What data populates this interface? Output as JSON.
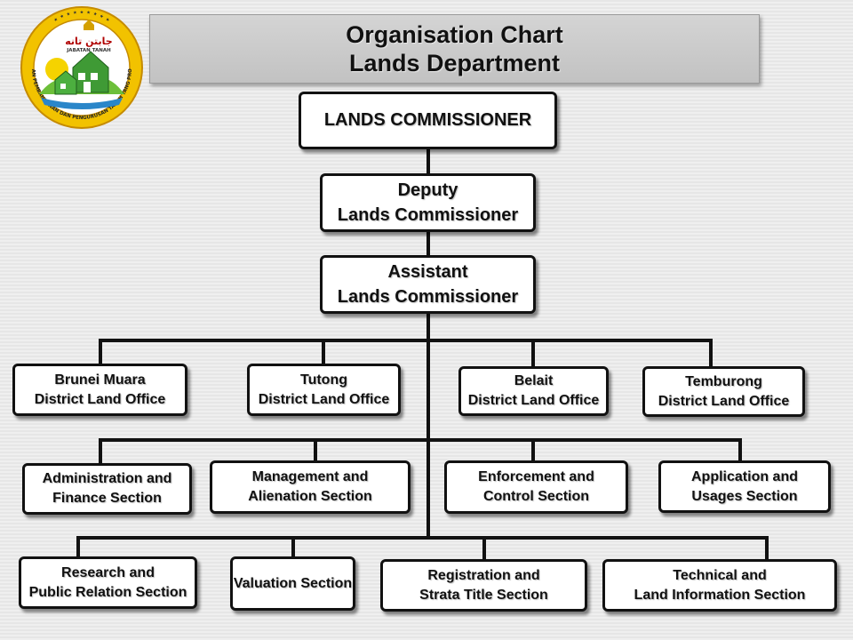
{
  "title": {
    "line1": "Organisation Chart",
    "line2": "Lands Department"
  },
  "logo": {
    "arabic_text": "جابتن تانه",
    "name": "JABATAN TANAH",
    "motto": "KEBAIKAN PEMBANGUNAN DAN PENGURUSAN TANAH YANG PROGRESIF"
  },
  "commissioner": "LANDS COMMISSIONER",
  "deputy": {
    "line1": "Deputy",
    "line2": "Lands Commissioner"
  },
  "assistant": {
    "line1": "Assistant",
    "line2": "Lands Commissioner"
  },
  "district_offices": [
    {
      "line1": "Brunei Muara",
      "line2": "District Land Office"
    },
    {
      "line1": "Tutong",
      "line2": "District Land Office"
    },
    {
      "line1": "Belait",
      "line2": "District Land Office"
    },
    {
      "line1": "Temburong",
      "line2": "District Land Office"
    }
  ],
  "sections_row1": [
    {
      "line1": "Administration and",
      "line2": "Finance Section"
    },
    {
      "line1": "Management and",
      "line2": "Alienation Section"
    },
    {
      "line1": "Enforcement and",
      "line2": "Control Section"
    },
    {
      "line1": "Application and",
      "line2": "Usages Section"
    }
  ],
  "sections_row2": [
    {
      "line1": "Research and",
      "line2": "Public Relation Section"
    },
    {
      "line1": "Valuation Section",
      "line2": ""
    },
    {
      "line1": "Registration and",
      "line2": "Strata Title Section"
    },
    {
      "line1": "Technical and",
      "line2": "Land Information Section"
    }
  ]
}
